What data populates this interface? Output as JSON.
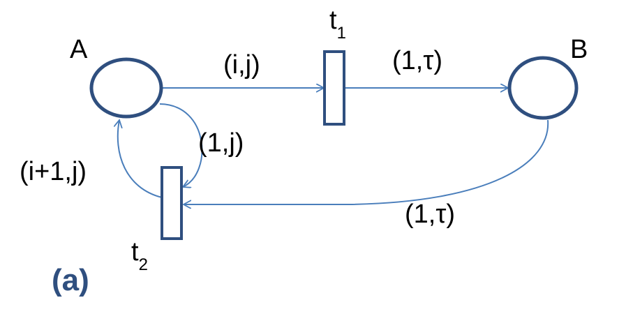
{
  "places": {
    "a": {
      "label": "A"
    },
    "b": {
      "label": "B"
    }
  },
  "transitions": {
    "t1": {
      "label": "t",
      "subscript": "1"
    },
    "t2": {
      "label": "t",
      "subscript": "2"
    }
  },
  "arcs": {
    "a_to_t1": "(i,j)",
    "t1_to_b": "(1,τ)",
    "a_to_t2": "(1,j)",
    "t2_to_a": "(i+1,j)",
    "b_to_t2": "(1,τ)"
  },
  "panel_label": "(a)",
  "colors": {
    "node_stroke": "#2F4F7F",
    "arc_stroke": "#4A7EBB",
    "panel_label": "#2F4F7F",
    "text": "#000000"
  }
}
